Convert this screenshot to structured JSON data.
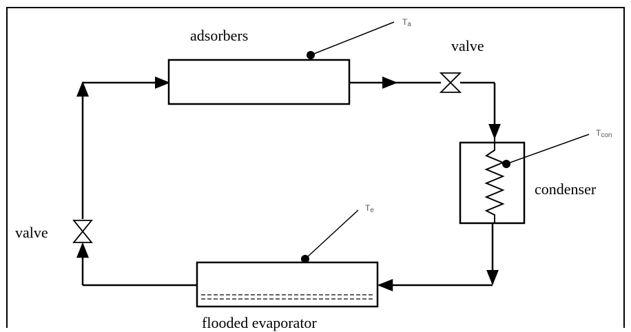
{
  "labels": {
    "adsorbers": "adsorbers",
    "valve_top": "valve",
    "valve_left": "valve",
    "condenser": "condenser",
    "evaporator": "flooded evaporator"
  },
  "sensors": {
    "adsorber_temp": {
      "main": "T",
      "sub": "a"
    },
    "condenser_temp": {
      "main": "T",
      "sub": "con"
    },
    "evaporator_temp": {
      "main": "T",
      "sub": "e"
    }
  },
  "colors": {
    "line": "#000000",
    "border": "#000000",
    "sensor_text": "#555555"
  }
}
